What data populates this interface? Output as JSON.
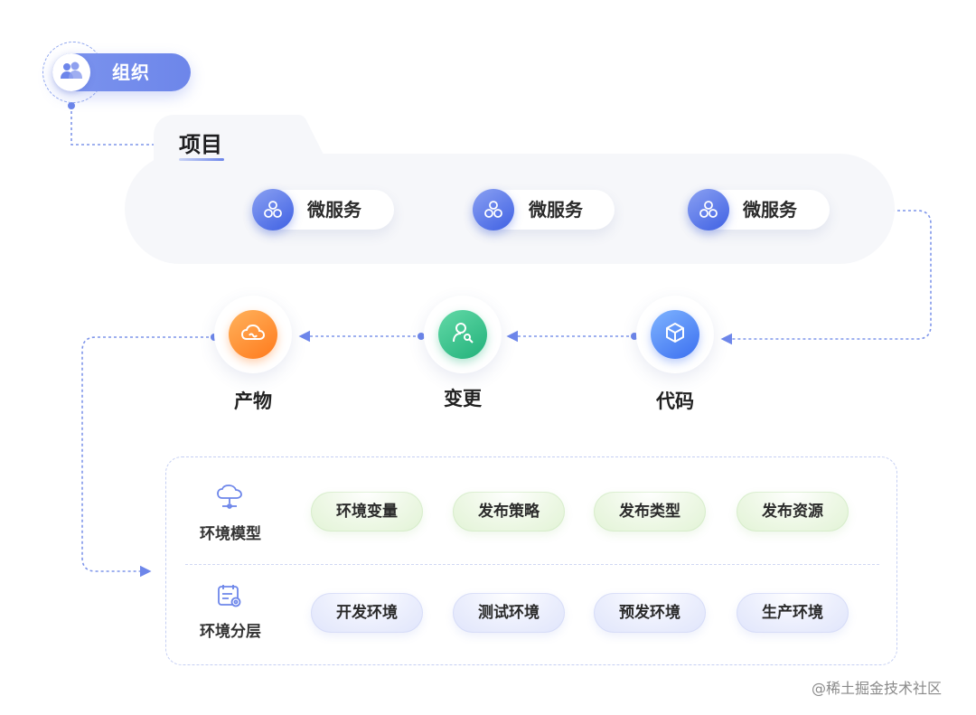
{
  "organization": {
    "label": "组织",
    "icon": "team-icon"
  },
  "project": {
    "label": "项目"
  },
  "microservices": [
    {
      "label": "微服务",
      "icon": "microservice-icon"
    },
    {
      "label": "微服务",
      "icon": "microservice-icon"
    },
    {
      "label": "微服务",
      "icon": "microservice-icon"
    }
  ],
  "stages": [
    {
      "label": "产物",
      "icon": "cloud-icon",
      "color": "#ff8a2a"
    },
    {
      "label": "变更",
      "icon": "person-key-icon",
      "color": "#2fbf86"
    },
    {
      "label": "代码",
      "icon": "cube-icon",
      "color": "#4f7ff5"
    }
  ],
  "environment": {
    "model": {
      "label": "环境模型",
      "icon": "cloud-network-icon",
      "items": [
        "环境变量",
        "发布策略",
        "发布类型",
        "发布资源"
      ]
    },
    "layers": {
      "label": "环境分层",
      "icon": "calendar-settings-icon",
      "items": [
        "开发环境",
        "测试环境",
        "预发环境",
        "生产环境"
      ]
    }
  },
  "watermark": "@稀土掘金技术社区",
  "colors": {
    "accent": "#6d86ea",
    "connector": "#7e95ea",
    "chip_green": "#e6f5dc",
    "chip_purple": "#e4e8fc"
  }
}
